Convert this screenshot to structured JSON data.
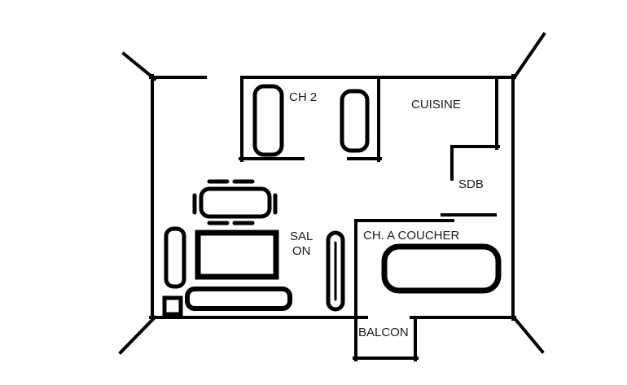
{
  "colors": {
    "wall": "#000000",
    "background": "#ffffff",
    "text": "#1a1a1a"
  },
  "floor_plan": {
    "rooms": {
      "bedroom2": {
        "label": "CH 2"
      },
      "kitchen": {
        "label": "CUISINE"
      },
      "bathroom": {
        "label": "SDB"
      },
      "living": {
        "line1": "SAL",
        "line2": "ON"
      },
      "master_bedroom": {
        "label": "CH. A COUCHER"
      },
      "balcony": {
        "label": "BALCON"
      }
    }
  }
}
